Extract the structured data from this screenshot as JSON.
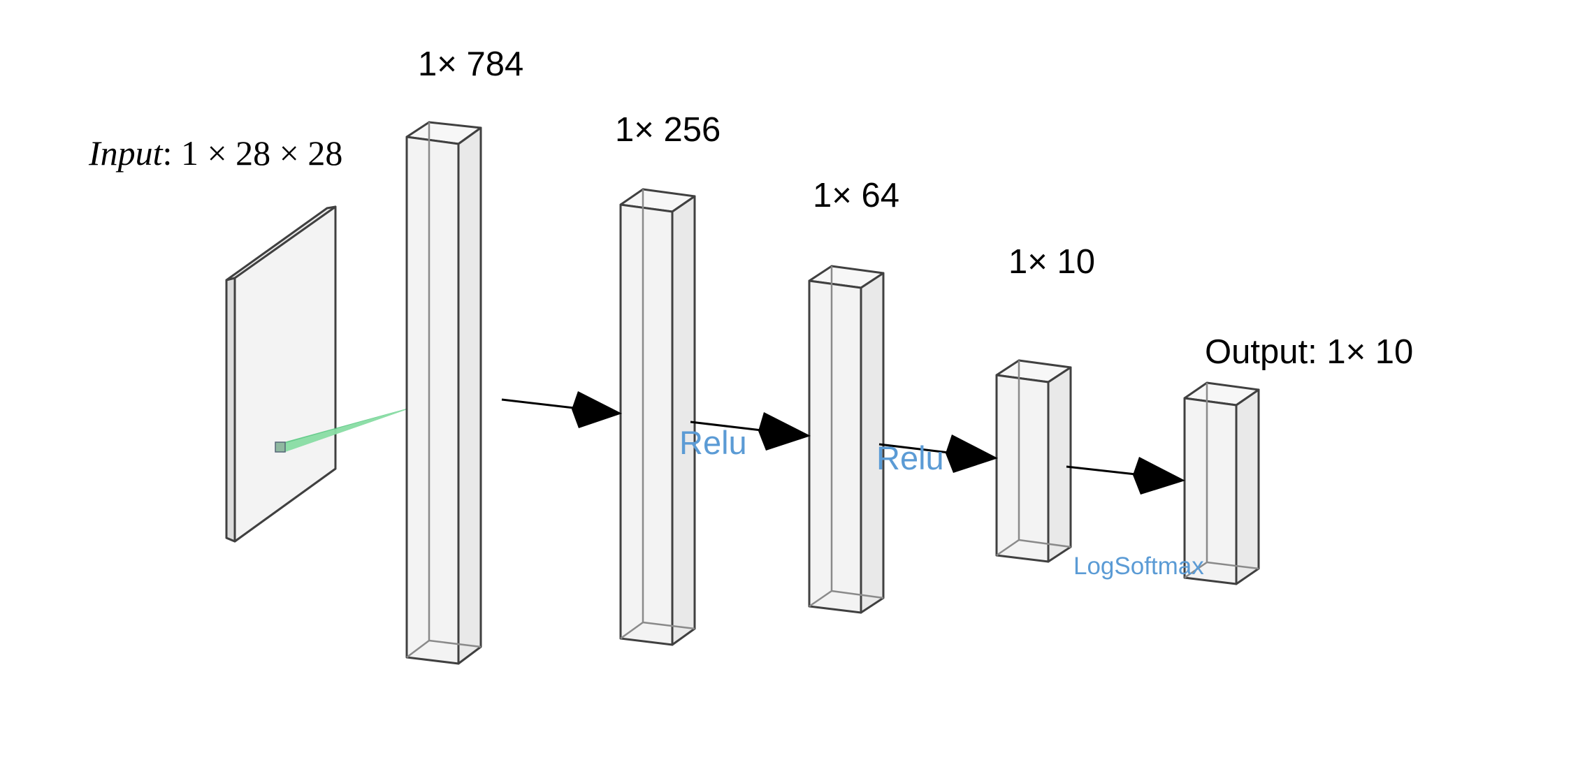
{
  "input": {
    "label_prefix": "Input",
    "label_value": ": 1 × 28 × 28"
  },
  "layers": [
    {
      "label": "1× 784"
    },
    {
      "label": "1× 256"
    },
    {
      "label": "1× 64"
    },
    {
      "label": "1× 10"
    },
    {
      "label": "Output: 1× 10"
    }
  ],
  "activations": [
    {
      "label": "Relu"
    },
    {
      "label": "Relu"
    },
    {
      "label": "LogSoftmax"
    }
  ],
  "colors": {
    "box_fill": "#f3f3f3",
    "box_stroke": "#404040",
    "activation_text": "#5b9bd5",
    "arrow": "#000000",
    "filter_green": "#4fc47a"
  }
}
